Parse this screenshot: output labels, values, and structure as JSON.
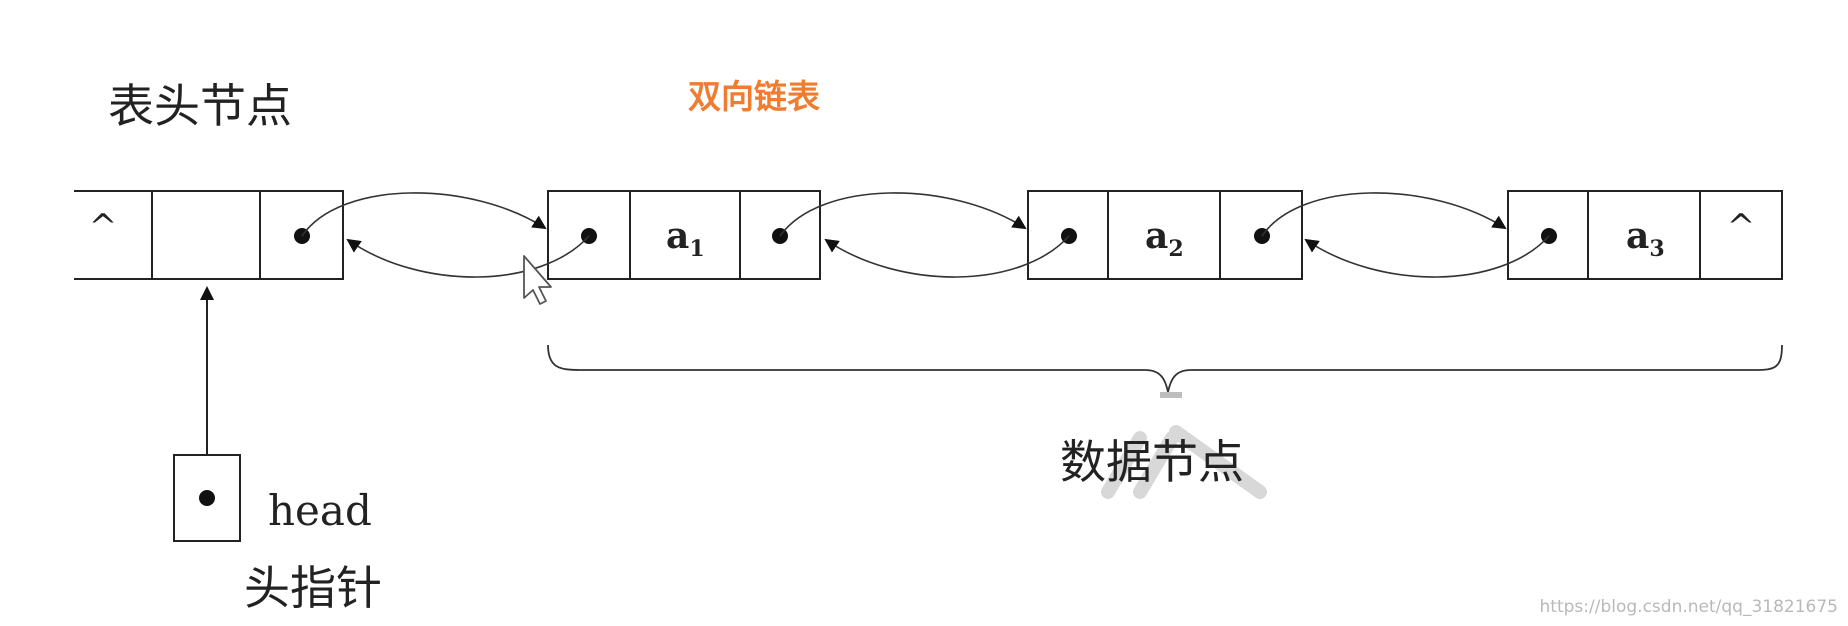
{
  "labels": {
    "header_node": "表头节点",
    "title": "双向链表",
    "data_nodes": "数据节点",
    "head": "head",
    "head_pointer": "头指针",
    "null_symbol": "^",
    "watermark": "https://blog.csdn.net/qq_31821675"
  },
  "nodes": [
    {
      "id": "header",
      "prior": "^",
      "data": "",
      "next_is_pointer": true
    },
    {
      "id": "a1",
      "data_base": "a",
      "data_sub": "1",
      "next_is_pointer": true
    },
    {
      "id": "a2",
      "data_base": "a",
      "data_sub": "2",
      "next_is_pointer": true
    },
    {
      "id": "a3",
      "data_base": "a",
      "data_sub": "3",
      "next": "^"
    }
  ],
  "colors": {
    "title": "#ef7d31",
    "line": "#222222",
    "watermark": "#b9b9b9"
  }
}
